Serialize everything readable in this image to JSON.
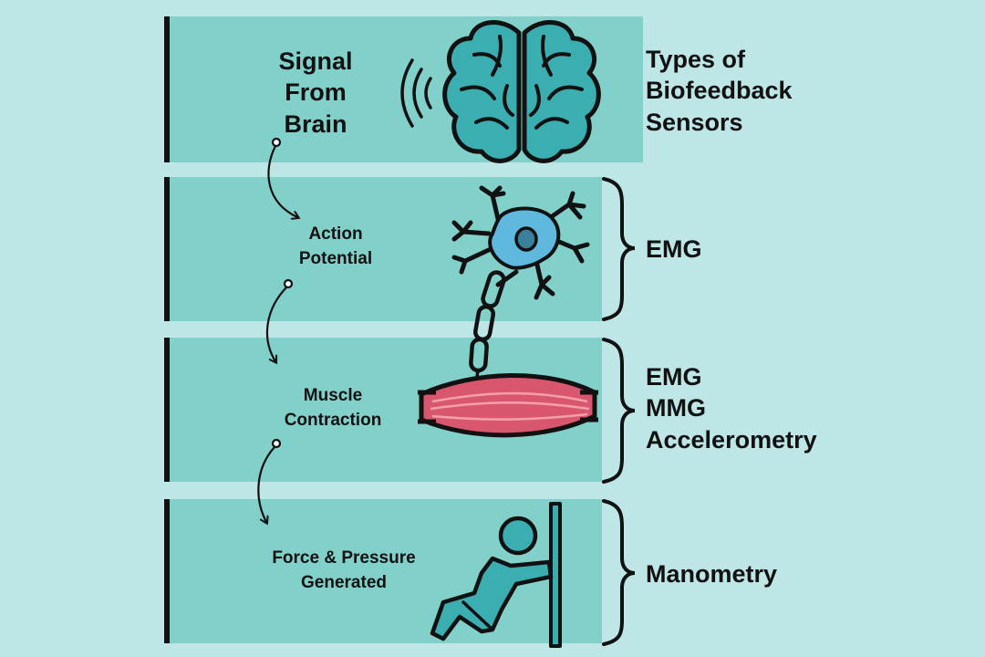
{
  "header": {
    "title_lines": [
      "Types of",
      "Biofeedback",
      "Sensors"
    ]
  },
  "stages": [
    {
      "label_lines": [
        "Signal",
        "From",
        "Brain"
      ],
      "icon": "brain-icon"
    },
    {
      "label_lines": [
        "Action",
        "Potential"
      ],
      "icon": "neuron-icon"
    },
    {
      "label_lines": [
        "Muscle",
        "Contraction"
      ],
      "icon": "muscle-icon"
    },
    {
      "label_lines": [
        "Force & Pressure",
        "Generated"
      ],
      "icon": "person-pushing-icon"
    }
  ],
  "sensors": [
    {
      "lines": [
        "EMG"
      ]
    },
    {
      "lines": [
        "EMG",
        "MMG",
        "Accelerometry"
      ]
    },
    {
      "lines": [
        "Manometry"
      ]
    }
  ],
  "colors": {
    "background": "#bfe6e6",
    "band": "#82d0ca",
    "brain": "#3aaeb0",
    "neuron": "#5fb8de",
    "muscle": "#d8576e",
    "person": "#3aaeb0",
    "outline": "#111111"
  }
}
